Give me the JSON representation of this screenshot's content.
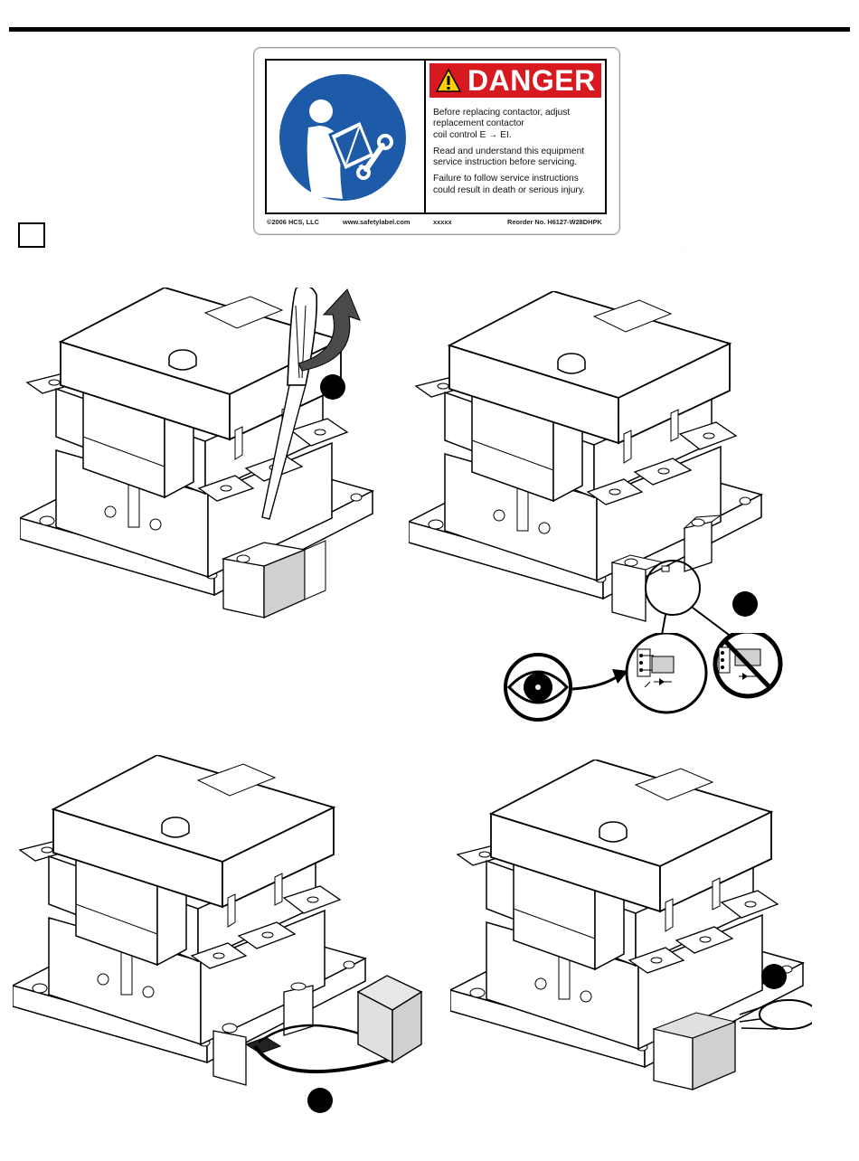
{
  "label": {
    "signal_word": "DANGER",
    "paragraphs": [
      [
        "Before replacing contactor, adjust",
        "replacement contactor",
        "coil control E → EI."
      ],
      [
        "Read and understand this equipment",
        "service instruction before servicing."
      ],
      [
        "Failure to follow service instructions",
        "could result in death or serious injury."
      ]
    ],
    "footer": {
      "copyright": "©2006 HCS, LLC",
      "website": "www.safetylabel.com",
      "code": "xxxxx",
      "reorder": "Reorder No. H6127-W28DHPK"
    }
  },
  "colors": {
    "danger_red": "#d71920",
    "mandatory_blue": "#1d5aa8",
    "gray_fill": "#d0d0d0"
  },
  "icons": {
    "label_symbol": "read-manual-icon",
    "warning": "warning-triangle-icon",
    "inspect": "eye-icon",
    "prohibited": "no-symbol-icon",
    "tool": "screwdriver-icon"
  }
}
